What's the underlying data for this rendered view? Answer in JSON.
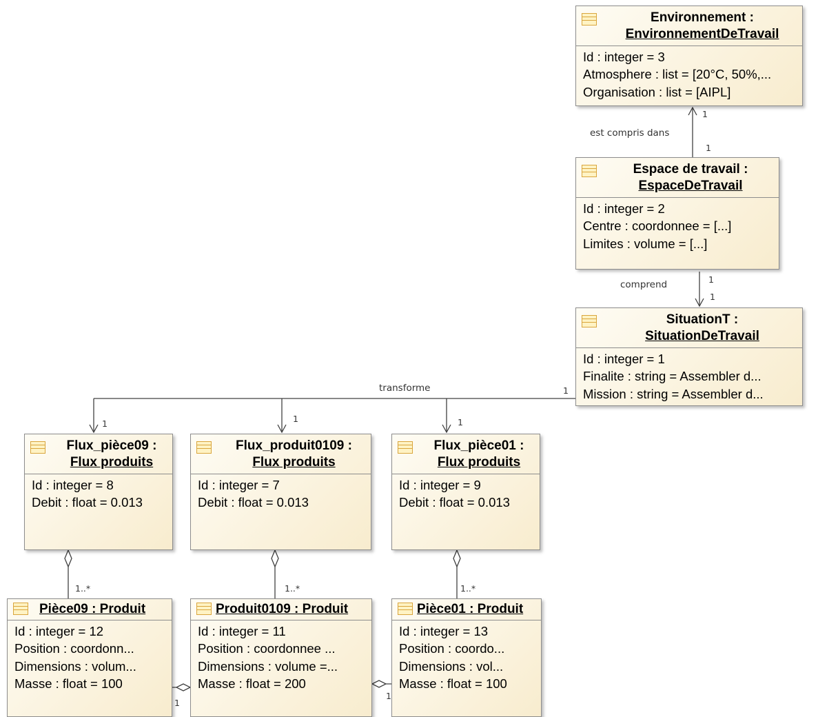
{
  "objects": {
    "environnement": {
      "name": "Environnement :",
      "class": "EnvironnementDeTravail",
      "attrs": [
        "Id : integer = 3",
        "Atmosphere : list = [20°C, 50%,...",
        "Organisation : list = [AIPL]"
      ]
    },
    "espace": {
      "name": "Espace de travail :",
      "class": "EspaceDeTravail",
      "attrs": [
        "Id : integer = 2",
        "Centre : coordonnee = [...]",
        "Limites : volume = [...]"
      ]
    },
    "situation": {
      "name": "SituationT :",
      "class": "SituationDeTravail",
      "attrs": [
        "Id : integer = 1",
        " Finalite : string = Assembler d...",
        " Mission : string = Assembler d..."
      ]
    },
    "flux09": {
      "name": "Flux_pièce09 :",
      "class": "Flux produits",
      "attrs": [
        "Id : integer = 8",
        "Debit : float = 0.013"
      ]
    },
    "flux0109": {
      "name": "Flux_produit0109 :",
      "class": "Flux produits",
      "attrs": [
        "Id : integer = 7",
        "Debit : float = 0.013"
      ]
    },
    "flux01": {
      "name": "Flux_pièce01 :",
      "class": "Flux produits",
      "attrs": [
        "Id : integer = 9",
        "Debit : float = 0.013"
      ]
    },
    "piece09": {
      "title": "Pièce09 : Produit",
      "attrs": [
        "Id : integer = 12",
        " Position : coordonn...",
        " Dimensions : volum...",
        "Masse : float = 100"
      ]
    },
    "produit0109": {
      "title": "Produit0109 : Produit",
      "attrs": [
        "Id : integer = 11",
        "Position : coordonnee ...",
        "Dimensions : volume =...",
        "Masse : float = 200"
      ]
    },
    "piece01": {
      "title": "Pièce01 : Produit",
      "attrs": [
        "Id : integer = 13",
        " Position : coordo...",
        " Dimensions : vol...",
        "Masse : float = 100"
      ]
    }
  },
  "labels": {
    "est_compris_dans": "est compris dans",
    "comprend": "comprend",
    "transforme": "transforme"
  },
  "multiplicities": {
    "env_top": "1",
    "env_bottom": "1",
    "esp_top": "1",
    "esp_bottom": "1",
    "sit_left": "1",
    "flux09": "1",
    "flux0109": "1",
    "flux01": "1",
    "agg09": "1..*",
    "agg0109": "1..*",
    "agg01": "1..*",
    "link_a": "1",
    "link_b": "1"
  },
  "colors": {
    "box_fill": "#f8ecce",
    "border": "#8c8c8c",
    "icon": "#d9a53c",
    "line": "#404040"
  }
}
